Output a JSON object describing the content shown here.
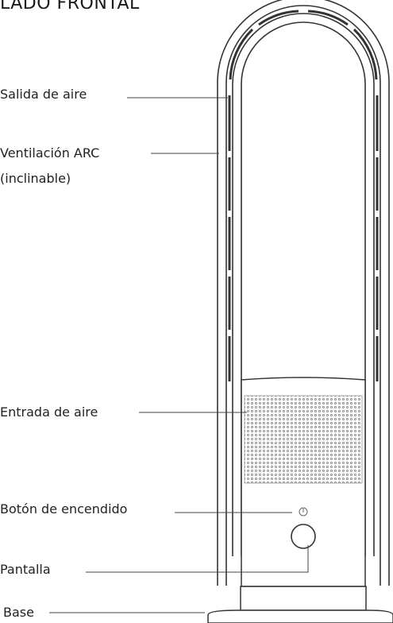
{
  "title": "LADO FRONTAL",
  "labels": {
    "air_outlet": "Salida de aire",
    "arc_vent_line1": "Ventilación ARC",
    "arc_vent_line2": "(inclinable)",
    "air_inlet": "Entrada de aire",
    "power_button": "Botón de encendido",
    "display": "Pantalla",
    "base": "Base"
  }
}
